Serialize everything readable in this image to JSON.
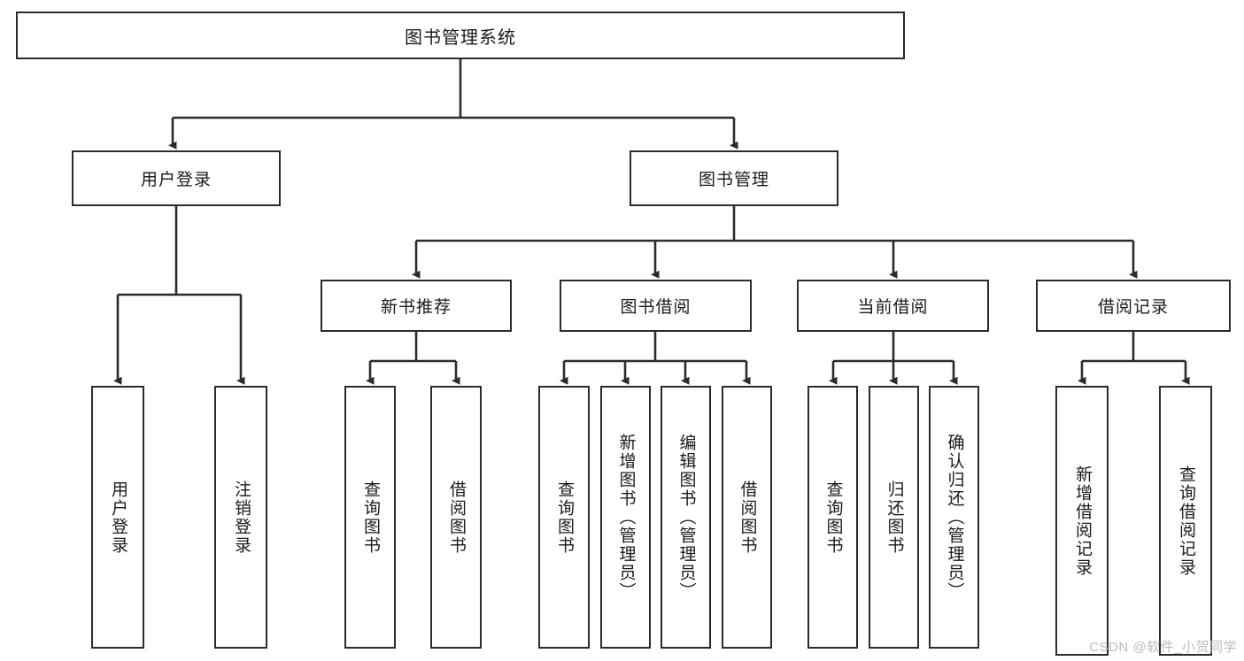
{
  "diagram": {
    "type": "tree",
    "title": "图书管理系统",
    "orientation": "top-down",
    "colors": {
      "box_border": "#2b2b2b",
      "box_fill": "#ffffff",
      "edge": "#2b2b2b",
      "text": "#1a1a1a",
      "watermark": "#b9bcc2"
    }
  },
  "root": {
    "label": "图书管理系统"
  },
  "level2": [
    {
      "label": "用户登录"
    },
    {
      "label": "图书管理"
    }
  ],
  "level3": [
    {
      "label": "新书推荐"
    },
    {
      "label": "图书借阅"
    },
    {
      "label": "当前借阅"
    },
    {
      "label": "借阅记录"
    }
  ],
  "leaves": {
    "user_login": [
      {
        "label": "用户登录"
      },
      {
        "label": "注销登录"
      }
    ],
    "new_book": [
      {
        "label": "查询图书"
      },
      {
        "label": "借阅图书"
      }
    ],
    "book_borrow": [
      {
        "label": "查询图书"
      },
      {
        "label": "新增图书（管理员）"
      },
      {
        "label": "编辑图书（管理员）"
      },
      {
        "label": "借阅图书"
      }
    ],
    "current_borrow": [
      {
        "label": "查询图书"
      },
      {
        "label": "归还图书"
      },
      {
        "label": "确认归还（管理员）"
      }
    ],
    "borrow_record": [
      {
        "label": "新增借阅记录"
      },
      {
        "label": "查询借阅记录"
      }
    ]
  },
  "watermark": {
    "text": "CSDN @软件_小贺同学"
  }
}
